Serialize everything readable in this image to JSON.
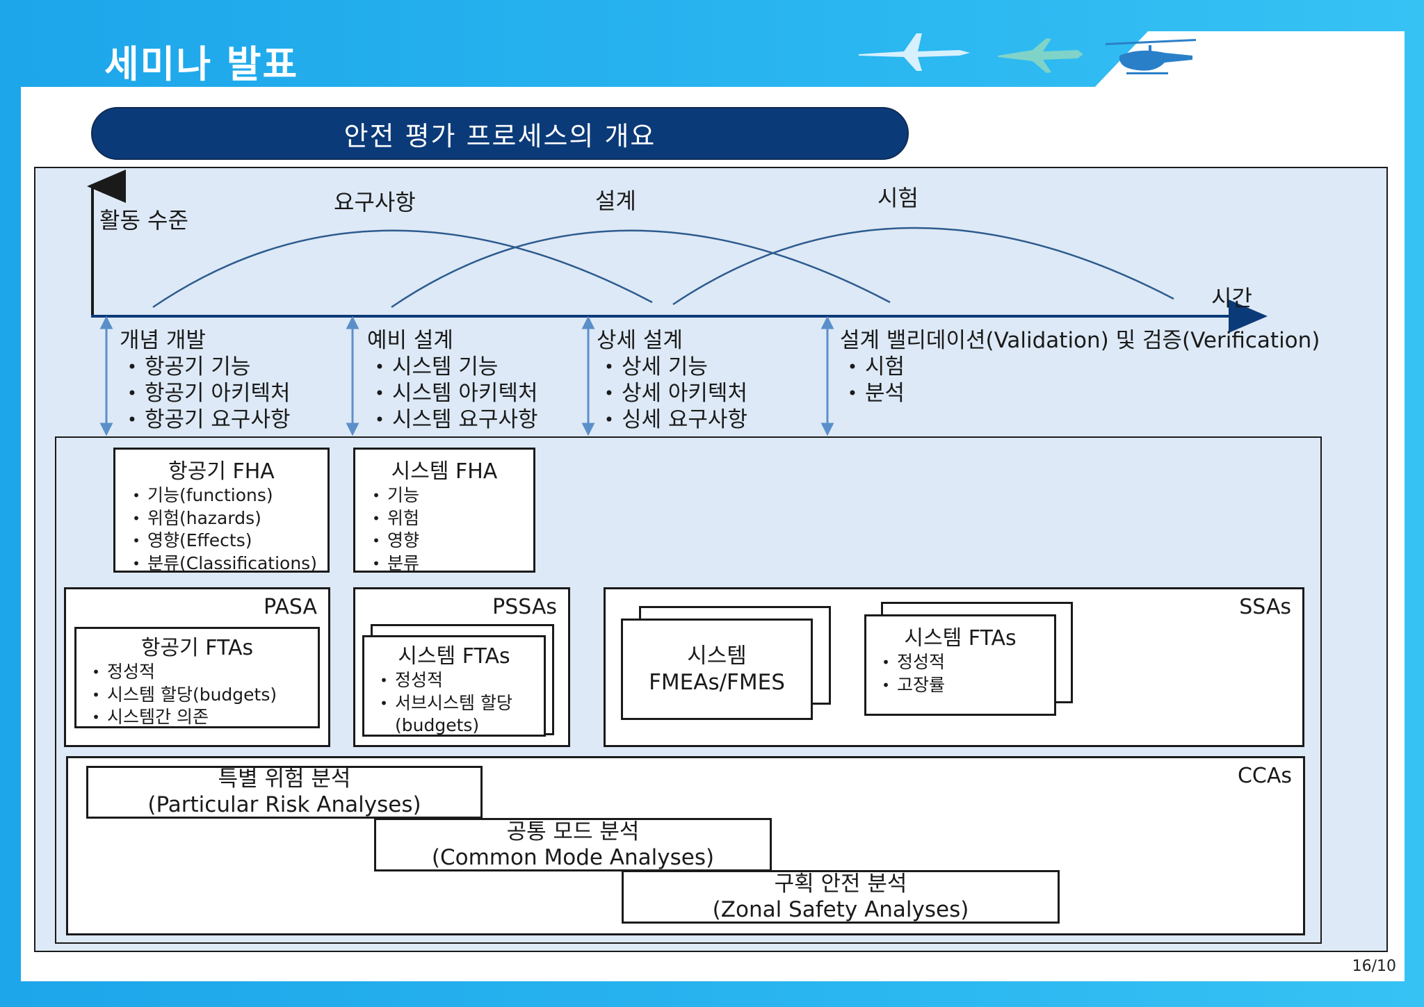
{
  "header": {
    "title": "세미나 발표",
    "colors": {
      "frame": "#1da6ea",
      "pill": "#0b3a78",
      "panel": "#dde9f6"
    }
  },
  "pill_title": "안전 평가 프로세스의 개요",
  "chart": {
    "y_axis_label": "활동 수준",
    "x_axis_label": "시간",
    "phases": [
      "요구사항",
      "설계",
      "시험"
    ]
  },
  "columns": [
    {
      "head": "개념 개발",
      "items": [
        "항공기 기능",
        "항공기 아키텍처",
        "항공기 요구사항"
      ]
    },
    {
      "head": "예비 설계",
      "items": [
        "시스템 기능",
        "시스템 아키텍처",
        "시스템 요구사항"
      ]
    },
    {
      "head": "상세 설계",
      "items": [
        "상세 기능",
        "상세 아키텍처",
        "싱세 요구사항"
      ]
    },
    {
      "head": "설계 밸리데이션(Validation) 및 검증(Verification)",
      "items": [
        "시험",
        "분석"
      ]
    }
  ],
  "aircraft_fha": {
    "title": "항공기 FHA",
    "items": [
      "기능(functions)",
      "위험(hazards)",
      "영향(Effects)",
      "분류(Classifications)"
    ]
  },
  "system_fha": {
    "title": "시스템 FHA",
    "items": [
      "기능",
      "위험",
      "영향",
      "분류"
    ]
  },
  "pasa": {
    "label": "PASA",
    "fta": {
      "title": "항공기 FTAs",
      "items": [
        "정성적",
        "시스템 할당(budgets)",
        "시스템간 의존"
      ]
    }
  },
  "pssas": {
    "label": "PSSAs",
    "fta": {
      "title": "시스템 FTAs",
      "items": [
        "정성적",
        "서브시스템 할당"
      ],
      "extra": "(budgets)"
    }
  },
  "ssas": {
    "label": "SSAs",
    "fmea": {
      "line1": "시스템",
      "line2": "FMEAs/FMES"
    },
    "fta": {
      "title": "시스템 FTAs",
      "items": [
        "정성적",
        "고장률"
      ]
    }
  },
  "ccas": {
    "label": "CCAs",
    "analyses": [
      {
        "ko": "특별 위험 분석",
        "en": "(Particular Risk Analyses)"
      },
      {
        "ko": "공통 모드 분석",
        "en": "(Common Mode Analyses)"
      },
      {
        "ko": "구획 안전 분석",
        "en": "(Zonal Safety Analyses)"
      }
    ]
  },
  "page_number": "16/10"
}
